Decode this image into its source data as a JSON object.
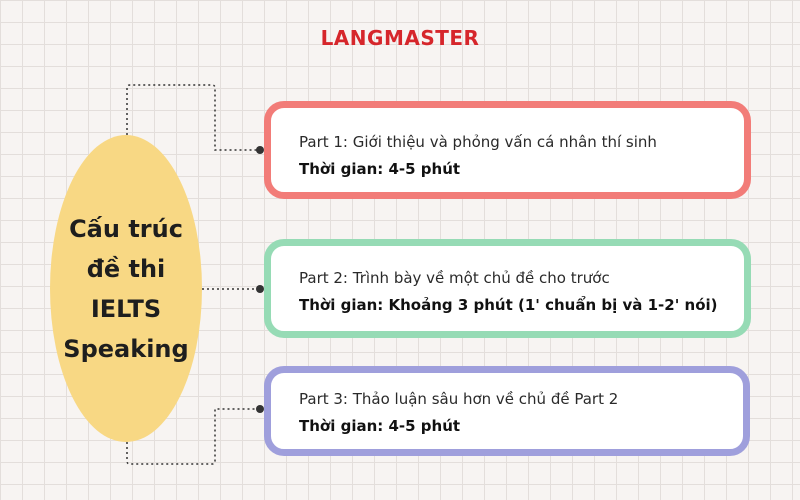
{
  "brand": {
    "logo_text": "LANGMASTER",
    "logo_color": "#d6262b"
  },
  "center": {
    "title": "Cấu trúc đề thi IELTS Speaking",
    "fill_color": "#f8d884"
  },
  "parts": [
    {
      "title": "Part 1: Giới thiệu và phỏng vấn cá nhân thí sinh",
      "time": "Thời gian: 4-5 phút",
      "border_color": "#f27c78"
    },
    {
      "title": "Part 2: Trình bày về một chủ đề cho trước",
      "time": "Thời gian: Khoảng 3 phút (1' chuẩn bị và 1-2' nói)",
      "border_color": "#96dbb5"
    },
    {
      "title": "Part 3: Thảo luận sâu hơn về chủ đề Part 2",
      "time": "Thời gian: 4-5 phút",
      "border_color": "#9f9fdc"
    }
  ]
}
